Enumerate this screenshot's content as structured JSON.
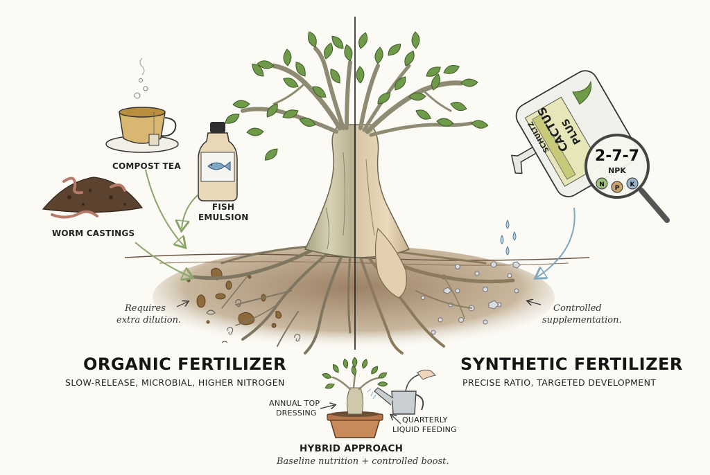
{
  "organic": {
    "title": "ORGANIC FERTILIZER",
    "subtitle": "SLOW-RELEASE, MICROBIAL, HIGHER NITROGEN",
    "items": {
      "compost_tea": "COMPOST TEA",
      "fish_emulsion_line1": "FISH",
      "fish_emulsion_line2": "EMULSION",
      "worm_castings": "WORM CASTINGS"
    },
    "note_line1": "Requires",
    "note_line2": "extra dilution."
  },
  "synthetic": {
    "title": "SYNTHETIC FERTILIZER",
    "subtitle": "PRECISE RATIO, TARGETED DEVELOPMENT",
    "bottle": {
      "brand": "SCHULTZ",
      "product_line1": "CACTUS",
      "product_line2": "PLUS"
    },
    "npk": {
      "ratio": "2-7-7",
      "label": "NPK",
      "n": "N",
      "p": "P",
      "k": "K"
    },
    "note_line1": "Controlled",
    "note_line2": "supplementation."
  },
  "hybrid": {
    "title": "HYBRID APPROACH",
    "tagline": "Baseline nutrition + controlled boost.",
    "top_dressing_line1": "ANNUAL TOP",
    "top_dressing_line2": "DRESSING",
    "liquid_feeding_line1": "QUARTERLY",
    "liquid_feeding_line2": "LIQUID FEEDING"
  },
  "colors": {
    "leaf": "#6f9a4a",
    "trunk": "#c9c3a3",
    "soil": "#8a6b4f",
    "arrow_green": "#8aa56a",
    "arrow_blue": "#7fa7c0"
  }
}
